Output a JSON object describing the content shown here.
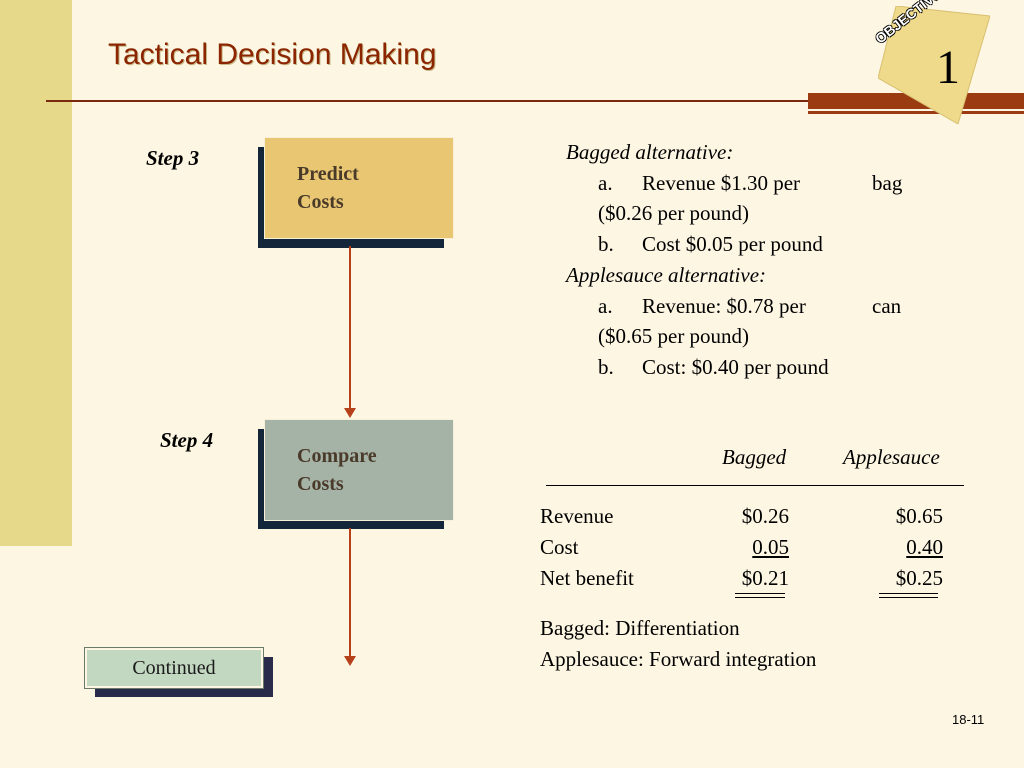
{
  "slide": {
    "title": "Tactical Decision Making",
    "objective_label": "OBJECTIVE",
    "objective_number": "1",
    "page_number": "18-11"
  },
  "flow": {
    "step3": {
      "label": "Step 3",
      "box": "Predict\nCosts"
    },
    "step4": {
      "label": "Step 4",
      "box": "Compare\nCosts"
    },
    "continued_label": "Continued"
  },
  "alternatives": {
    "bagged_heading": "Bagged alternative:",
    "bagged_a_letter": "a.",
    "bagged_a_text": "Revenue $1.30 per",
    "bagged_a_unit": "bag",
    "bagged_a_cont": "($0.26 per pound)",
    "bagged_b_letter": "b.",
    "bagged_b_text": "Cost $0.05 per pound",
    "apple_heading": "Applesauce alternative:",
    "apple_a_letter": "a.",
    "apple_a_text": "Revenue:  $0.78 per",
    "apple_a_unit": "can",
    "apple_a_cont": "($0.65 per pound)",
    "apple_b_letter": "b.",
    "apple_b_text": "Cost:  $0.40 per pound"
  },
  "comparison": {
    "col_bagged": "Bagged",
    "col_applesauce": "Applesauce",
    "rows": [
      {
        "label": "Revenue",
        "bagged": "$0.26",
        "applesauce": "$0.65"
      },
      {
        "label": "Cost",
        "bagged": "0.05",
        "applesauce": "0.40"
      },
      {
        "label": "Net benefit",
        "bagged": "$0.21",
        "applesauce": "$0.25"
      }
    ]
  },
  "summary": {
    "bagged": "Bagged:  Differentiation",
    "applesauce": "Applesauce:  Forward integration"
  },
  "colors": {
    "title": "#8b2500",
    "accent_rule": "#9b3b12",
    "left_bar": "#e6d98a",
    "predict_box": "#e9c772",
    "compare_box": "#a5b3a7",
    "arrow": "#b5401a"
  }
}
